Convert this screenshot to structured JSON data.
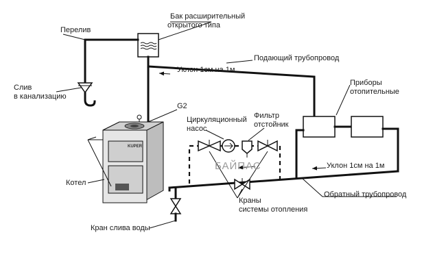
{
  "labels": {
    "tank": [
      "Бак расширительный",
      "открытого типа"
    ],
    "overflow": "Перелив",
    "drain": [
      "Слив",
      "в канализацию"
    ],
    "supply_slope": "Уклон 1см на 1м",
    "supply_pipe": "Подающий трубопровод",
    "heaters": [
      "Приборы",
      "отопительные"
    ],
    "g2": "G2",
    "pump": [
      "Циркуляционный",
      "насос"
    ],
    "filter": [
      "Фильтр",
      "отстойник"
    ],
    "bypass": "БАЙПАС",
    "return_slope": "Уклон   1см на 1м",
    "boiler": "Котел",
    "valves": [
      "Краны",
      "системы отопления"
    ],
    "return_pipe": "Обратный трубопровод",
    "drain_valve": "Кран слива воды",
    "brand": "KUPER"
  },
  "colors": {
    "line": "#111111",
    "text": "#1a1a1a",
    "bypass_text": "#9a9a9a",
    "boiler_body": "#e6e6e6",
    "boiler_shadow": "#bdbdbd"
  }
}
